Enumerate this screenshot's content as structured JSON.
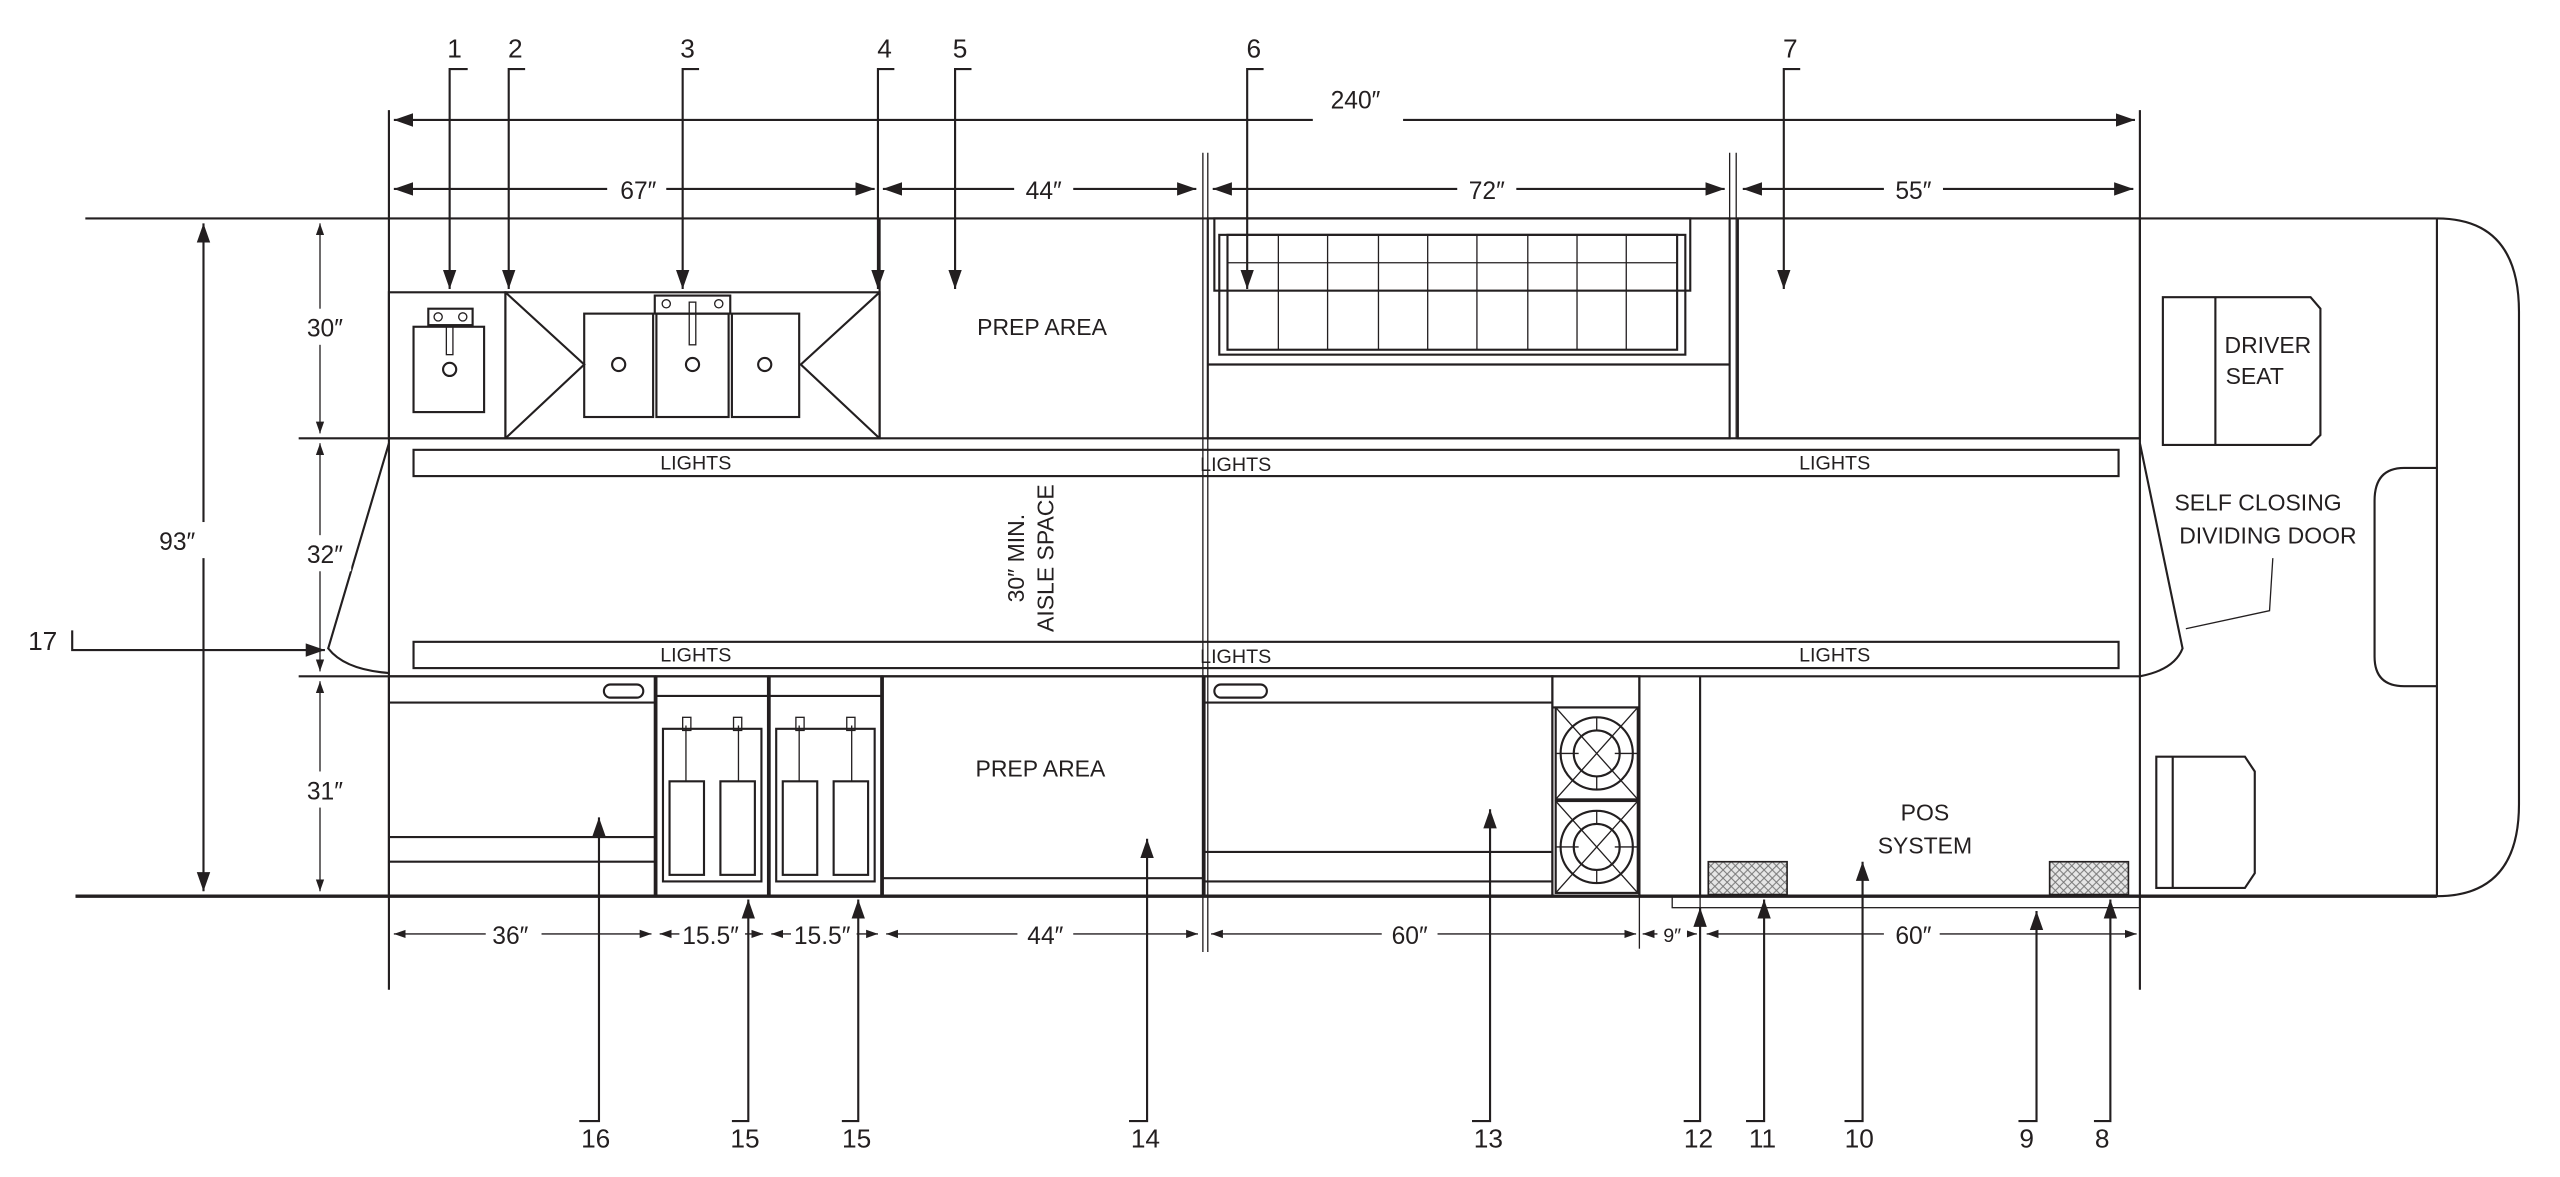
{
  "colors": {
    "line": "#231f20",
    "background": "#ffffff",
    "mat_fill": "#d9d9d9"
  },
  "dimensions": {
    "overall_length": "240″",
    "top": [
      "67″",
      "44″",
      "72″",
      "55″"
    ],
    "bottom": [
      "36″",
      "15.5″",
      "15.5″",
      "44″",
      "60″",
      "9″",
      "60″"
    ],
    "vertical": {
      "total": "93″",
      "top_counter": "30″",
      "aisle": "32″",
      "bottom_counter": "31″"
    }
  },
  "labels": {
    "prep_area_top": "PREP AREA",
    "prep_area_bottom": "PREP AREA",
    "lights": "LIGHTS",
    "aisle_line1": "30″ MIN.",
    "aisle_line2": "AISLE SPACE",
    "pos_line1": "POS",
    "pos_line2": "SYSTEM",
    "driver_line1": "DRIVER",
    "driver_line2": "SEAT",
    "door_line1": "SELF CLOSING",
    "door_line2": "DIVIDING DOOR"
  },
  "callouts_top": [
    "1",
    "2",
    "3",
    "4",
    "5",
    "6",
    "7"
  ],
  "callouts_bottom": [
    "16",
    "15",
    "15",
    "14",
    "13",
    "12",
    "11",
    "10",
    "9",
    "8"
  ],
  "callout_side": "17"
}
